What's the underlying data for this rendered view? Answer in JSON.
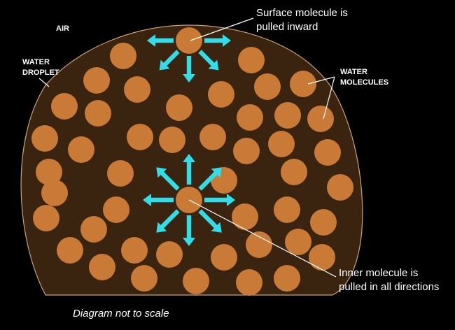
{
  "labels": {
    "air": "AIR",
    "water_droplet_line1": "WATER",
    "water_droplet_line2": "DROPLET",
    "water_molecules_line1": "WATER",
    "water_molecules_line2": "MOLECULES",
    "surface_line1": "Surface molecule is",
    "surface_line2": "pulled inward",
    "inner_line1": "Inner molecule is",
    "inner_line2": "pulled in all directions",
    "note": "Diagram not to scale"
  },
  "colors": {
    "background": "#000000",
    "droplet_fill": "#3a2410",
    "droplet_outline": "#c8a27a",
    "molecule": "#c97a36",
    "arrow": "#33dde8",
    "text": "#ffffff"
  },
  "icons": {
    "surface_arrows": "arrow-icon",
    "inner_arrows": "arrow-icon"
  }
}
